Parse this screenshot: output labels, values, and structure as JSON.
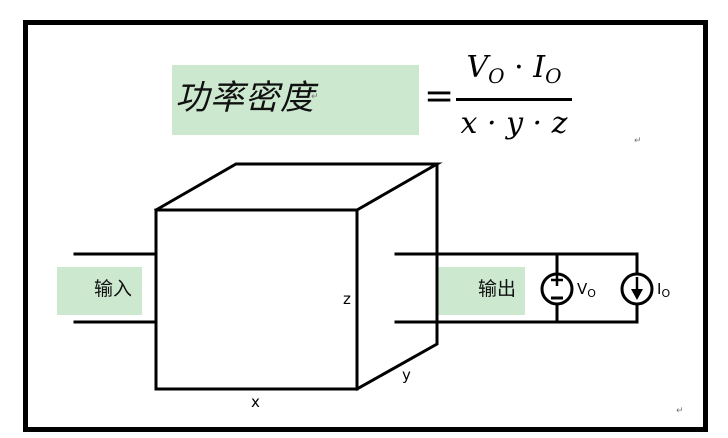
{
  "formula": {
    "lhs": "功率密度",
    "equals": "=",
    "numerator": {
      "v": "V",
      "v_sub": "O",
      "dot": "·",
      "i": "I",
      "i_sub": "O"
    },
    "denominator": "x · y · z"
  },
  "labels": {
    "input": "输入",
    "output": "输出",
    "x": "x",
    "y": "y",
    "z": "z"
  },
  "sources": {
    "voltage": {
      "symbol": "V",
      "sub": "O",
      "type": "voltage-source"
    },
    "current": {
      "symbol": "I",
      "sub": "O",
      "type": "current-source"
    }
  },
  "paragraph_mark": "↵",
  "colors": {
    "highlight": "#cce8cf",
    "stroke": "#000000",
    "frame": "#000000"
  }
}
